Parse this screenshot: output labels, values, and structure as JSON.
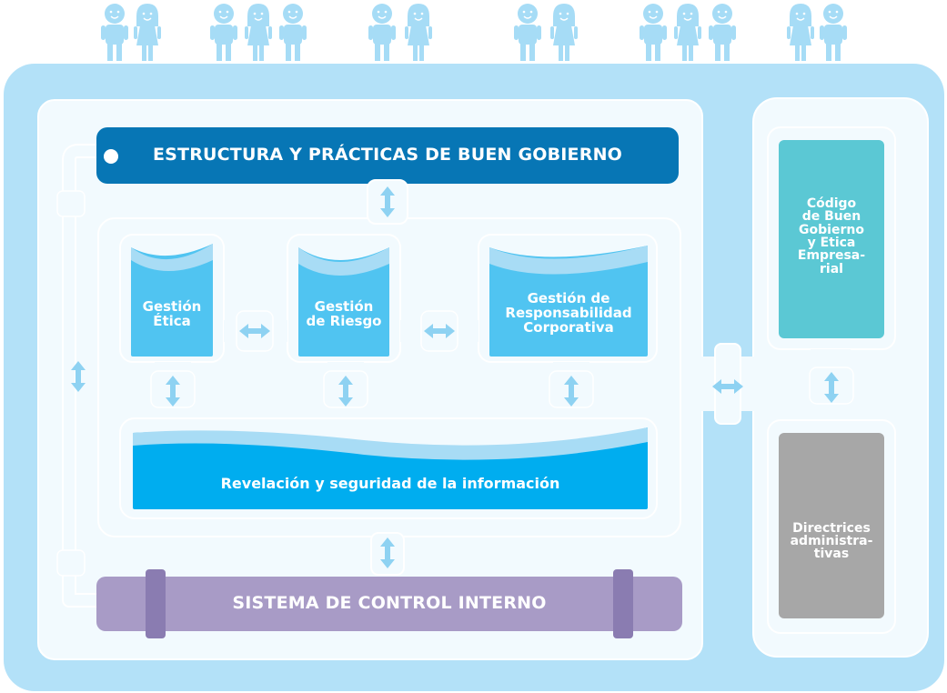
{
  "banner_top": "ESTRUCTURA Y PRÁCTICAS DE BUEN GOBIERNO",
  "banner_bottom": "SISTEMA DE CONTROL INTERNO",
  "box_etica": "Gestión\nÉtica",
  "box_riesgo": "Gestión\nde Riesgo",
  "box_rsc": "Gestión de\nResponsabilidad\nCorporativa",
  "box_revelacion": "Revelación y seguridad de la información",
  "side_codigo": "Código\nde Buen\nGobierno\ny Etica\nEmpresa-\nrial",
  "side_directrices": "Directrices\nadministra-\ntivas",
  "icons": {
    "people": "person-icon",
    "arrow_vertical": "double-arrow-vertical-icon",
    "arrow_horizontal": "double-arrow-horizontal-icon"
  },
  "colors": {
    "outer_panel": "#b3e1f8",
    "inner_panel": "#f2fafe",
    "navy_banner": "#0776b5",
    "cyan_box": "#50c4f1",
    "cyan_wave": "#a8dcf5",
    "teal_box": "#5bc8d4",
    "gray_box": "#a7a7a7",
    "purple_banner": "#a89bc6",
    "arrow": "#8ed2f2"
  }
}
